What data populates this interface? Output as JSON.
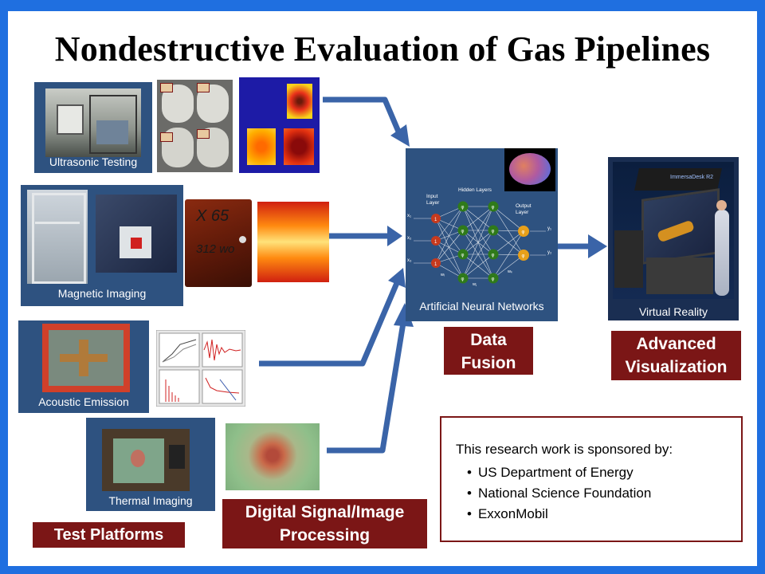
{
  "title": "Nondestructive Evaluation of Gas Pipelines",
  "panels": {
    "ultrasonic": "Ultrasonic Testing",
    "magnetic": "Magnetic Imaging",
    "acoustic": "Acoustic Emission",
    "thermal": "Thermal Imaging",
    "neural": "Artificial Neural Networks",
    "vr": "Virtual Reality"
  },
  "labels": {
    "test_platforms": "Test Platforms",
    "dsp_line1": "Digital Signal/Image",
    "dsp_line2": "Processing",
    "fusion_line1": "Data",
    "fusion_line2": "Fusion",
    "adv_line1": "Advanced",
    "adv_line2": "Visualization"
  },
  "sample_text": {
    "line1": "X 65",
    "line2": "312 wo"
  },
  "neural_net": {
    "input_label_1": "Input",
    "input_label_2": "Layer",
    "hidden_label": "Hidden Layers",
    "output_label_1": "Output",
    "output_label_2": "Layer",
    "inputs": [
      "x₁",
      "x₂",
      "x₃"
    ],
    "outputs": [
      "y₁",
      "y₂"
    ],
    "bias_node": "1",
    "phi": "φ",
    "weights": [
      "wᵢ",
      "wⱼ",
      "wₖ"
    ]
  },
  "vr_screen": "ImmersaDesk R2",
  "sponsor": {
    "heading": "This research work is sponsored by:",
    "items": [
      "US Department of Energy",
      "National Science Foundation",
      "ExxonMobil"
    ]
  },
  "colors": {
    "frame": "#1f6fe0",
    "panel": "#2e5280",
    "label": "#7b1616",
    "arrow": "#3a64a8"
  }
}
